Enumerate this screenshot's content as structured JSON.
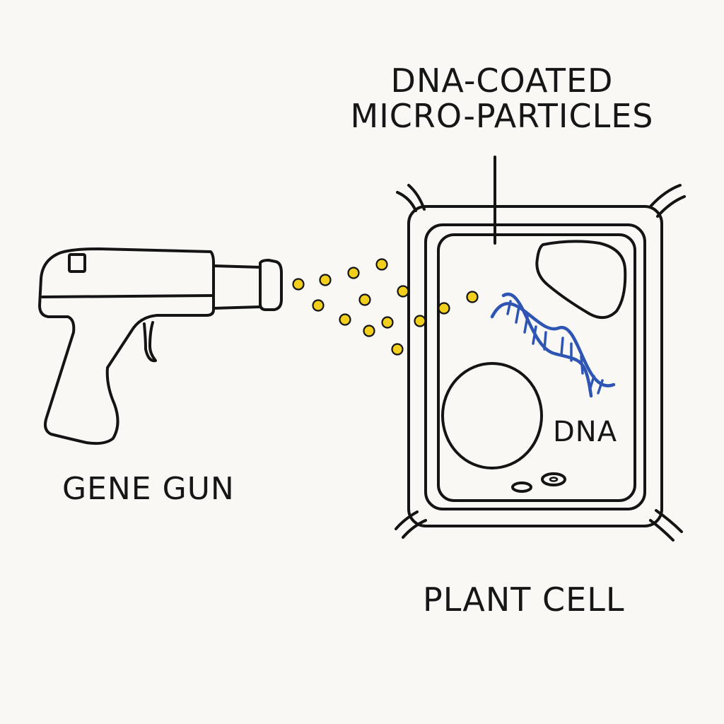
{
  "labels": {
    "particles_line1": "DNA-COATED",
    "particles_line2": "MICRO-PARTICLES",
    "gene_gun": "GENE GUN",
    "plant_cell": "PLANT CELL",
    "dna": "DNA"
  },
  "colors": {
    "ink": "#141414",
    "particle": "#f2cf1d",
    "dna": "#2e55b4",
    "background": "#f9f8f5"
  },
  "icons": [
    "gene-gun-icon",
    "plant-cell-icon",
    "dna-helix-icon",
    "nucleus-icon",
    "vacuole-icon"
  ]
}
